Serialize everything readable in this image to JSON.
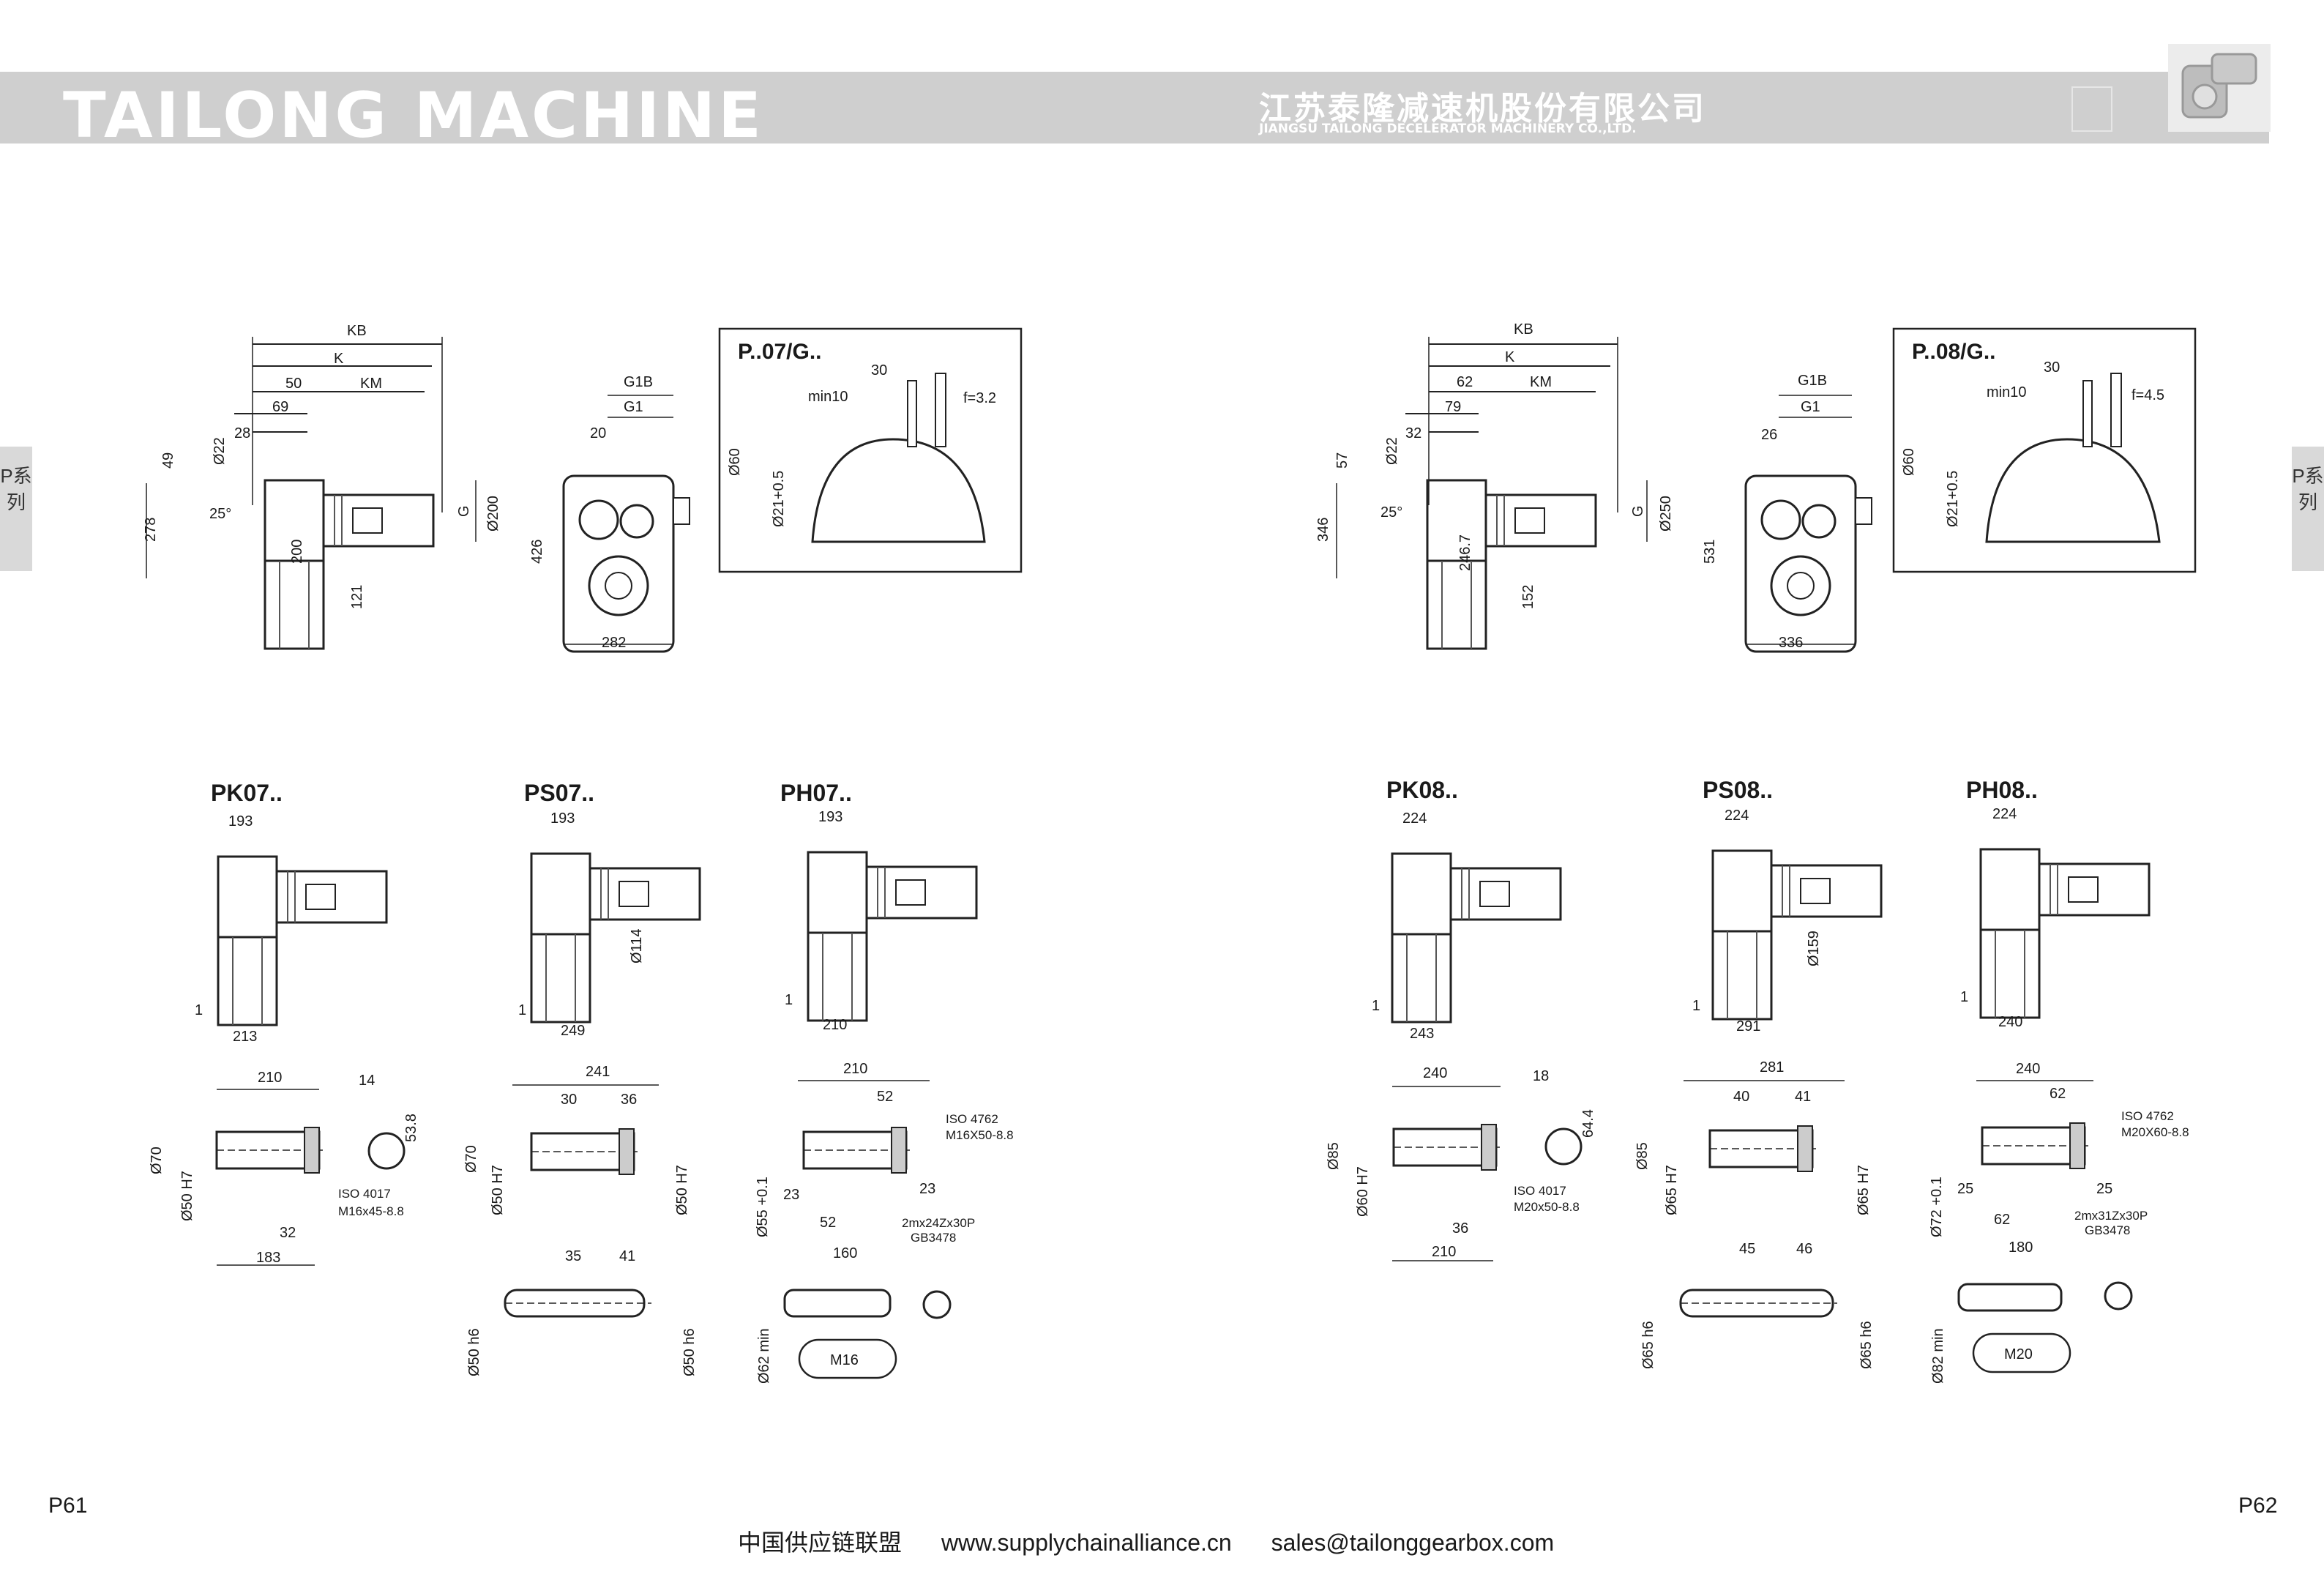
{
  "header": {
    "brand": "TAILONG MACHINE",
    "company_cn": "江苏泰隆减速机股份有限公司",
    "company_en": "JIANGSU TAILONG DECELERATOR MACHINERY CO.,LTD."
  },
  "side_tab": {
    "text": "P系列"
  },
  "pages": [
    {
      "page_number": "P61",
      "inset_title": "P..07/G..",
      "main_dims": {
        "KB": "KB",
        "K": "K",
        "KM": "KM",
        "d50": "50",
        "d69": "69",
        "d28": "28",
        "phi22": "Ø22",
        "d49": "49",
        "d278": "278",
        "d200a": "200",
        "d121": "121",
        "G": "G",
        "phi200": "Ø200",
        "G1B": "G1B",
        "G1": "G1",
        "d20": "20",
        "d426": "426",
        "d282": "282",
        "angle": "25°"
      },
      "inset_dims": {
        "d30": "30",
        "min10": "min10",
        "f": "f=3.2",
        "phi60": "Ø60",
        "phi21": "Ø21+0.5"
      },
      "variants": [
        {
          "title": "PK07..",
          "top": "193",
          "bottom": "213",
          "one": "1"
        },
        {
          "title": "PS07..",
          "top": "193",
          "bottom": "249",
          "one": "1",
          "phi": "Ø114"
        },
        {
          "title": "PH07..",
          "top": "193",
          "bottom": "210",
          "one": "1"
        }
      ],
      "shafts": {
        "pk": {
          "len": "210",
          "d14": "14",
          "d53": "53.8",
          "phi70": "Ø70",
          "phi50": "Ø50 H7",
          "iso": "ISO 4017",
          "iso2": "M16x45-8.8",
          "d32": "32",
          "d183": "183"
        },
        "ps": {
          "len": "241",
          "d30": "30",
          "d36": "36",
          "phi70": "Ø70",
          "phi50a": "Ø50 H7",
          "phi50b": "Ø50 H7",
          "d35": "35",
          "d41": "41",
          "phi50h6a": "Ø50 h6",
          "phi50h6b": "Ø50 h6"
        },
        "ph": {
          "len": "210",
          "d52": "52",
          "iso": "ISO 4762",
          "iso2": "M16X50-8.8",
          "phi55": "Ø55 +0.1",
          "d23a": "23",
          "d23b": "23",
          "d52b": "52",
          "spline": "2mx24Zx30P",
          "gb": "GB3478",
          "d160": "160",
          "phi62": "Ø62 min",
          "bolt": "M16"
        }
      }
    },
    {
      "page_number": "P62",
      "inset_title": "P..08/G..",
      "main_dims": {
        "KB": "KB",
        "K": "K",
        "KM": "KM",
        "d62": "62",
        "d79": "79",
        "d32": "32",
        "phi22": "Ø22",
        "d57": "57",
        "d346": "346",
        "d246": "246.7",
        "d152": "152",
        "G": "G",
        "phi250": "Ø250",
        "G1B": "G1B",
        "G1": "G1",
        "d26": "26",
        "d531": "531",
        "d336": "336",
        "angle": "25°"
      },
      "inset_dims": {
        "d30": "30",
        "min10": "min10",
        "f": "f=4.5",
        "phi60": "Ø60",
        "phi21": "Ø21+0.5"
      },
      "variants": [
        {
          "title": "PK08..",
          "top": "224",
          "bottom": "243",
          "one": "1"
        },
        {
          "title": "PS08..",
          "top": "224",
          "bottom": "291",
          "one": "1",
          "phi": "Ø159"
        },
        {
          "title": "PH08..",
          "top": "224",
          "bottom": "240",
          "one": "1"
        }
      ],
      "shafts": {
        "pk": {
          "len": "240",
          "d18": "18",
          "d64": "64.4",
          "phi85": "Ø85",
          "phi60": "Ø60 H7",
          "iso": "ISO 4017",
          "iso2": "M20x50-8.8",
          "d36": "36",
          "d210": "210"
        },
        "ps": {
          "len": "281",
          "d40": "40",
          "d41": "41",
          "phi85": "Ø85",
          "phi65a": "Ø65 H7",
          "phi65b": "Ø65 H7",
          "d45": "45",
          "d46": "46",
          "phi65h6a": "Ø65 h6",
          "phi65h6b": "Ø65 h6"
        },
        "ph": {
          "len": "240",
          "d62": "62",
          "iso": "ISO 4762",
          "iso2": "M20X60-8.8",
          "phi72": "Ø72 +0.1",
          "d25a": "25",
          "d25b": "25",
          "d62b": "62",
          "spline": "2mx31Zx30P",
          "gb": "GB3478",
          "d180": "180",
          "phi82": "Ø82 min",
          "bolt": "M20"
        }
      }
    }
  ],
  "footer": {
    "alliance": "中国供应链联盟",
    "website": "www.supplychainalliance.cn",
    "email": "sales@tailonggearbox.com"
  }
}
